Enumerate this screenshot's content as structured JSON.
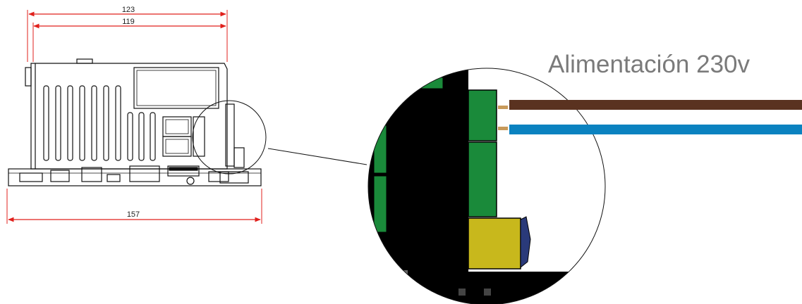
{
  "title": "Alimentación 230v",
  "dimensions": {
    "overall_top": "123",
    "inner_top": "119",
    "base_width": "157"
  },
  "colors": {
    "dimension_line": "#e0201c",
    "wire_brown": "#5a3220",
    "wire_blue": "#0a82c0",
    "terminal_green": "#1a8a3a",
    "relay_yellow": "#c8b81c",
    "title_gray": "#7a7a7a"
  }
}
